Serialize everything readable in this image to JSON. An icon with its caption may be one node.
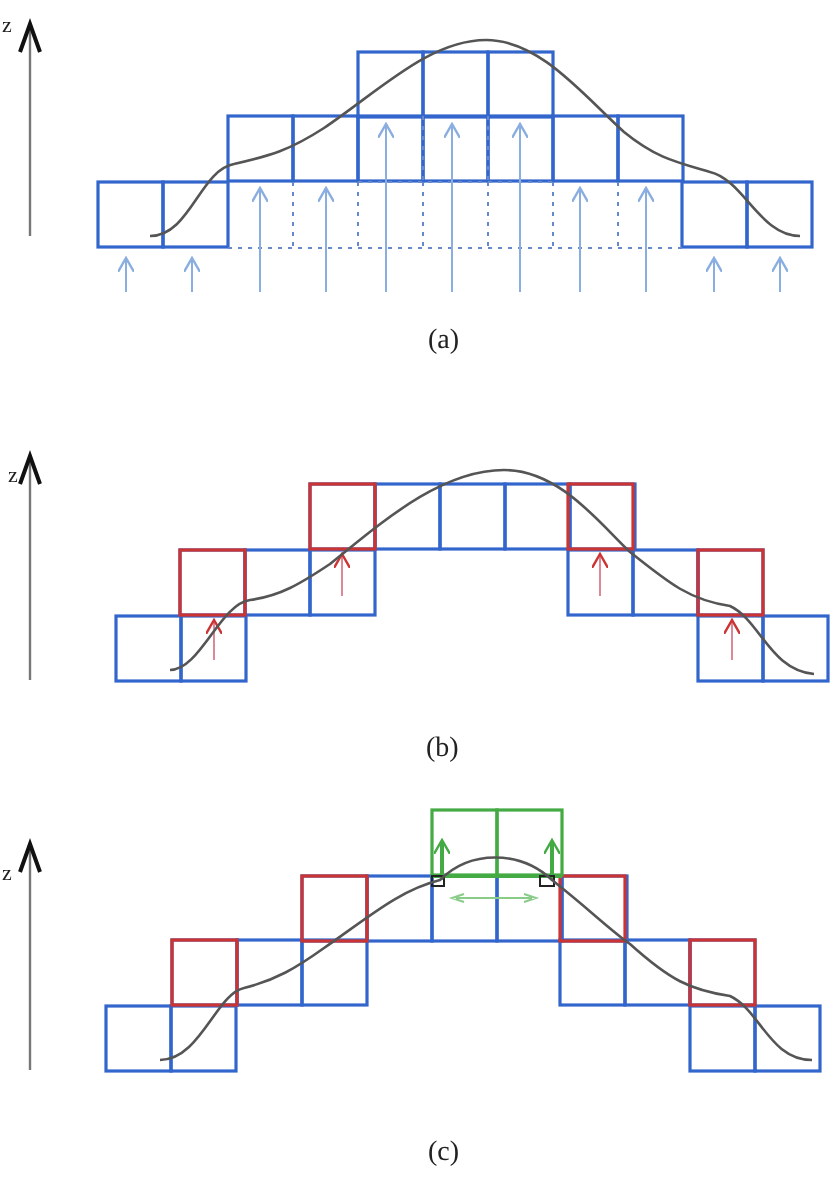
{
  "diagram": {
    "labels": [
      "z",
      "(a)",
      "z",
      "(b)",
      "z",
      "(c)"
    ]
  }
}
